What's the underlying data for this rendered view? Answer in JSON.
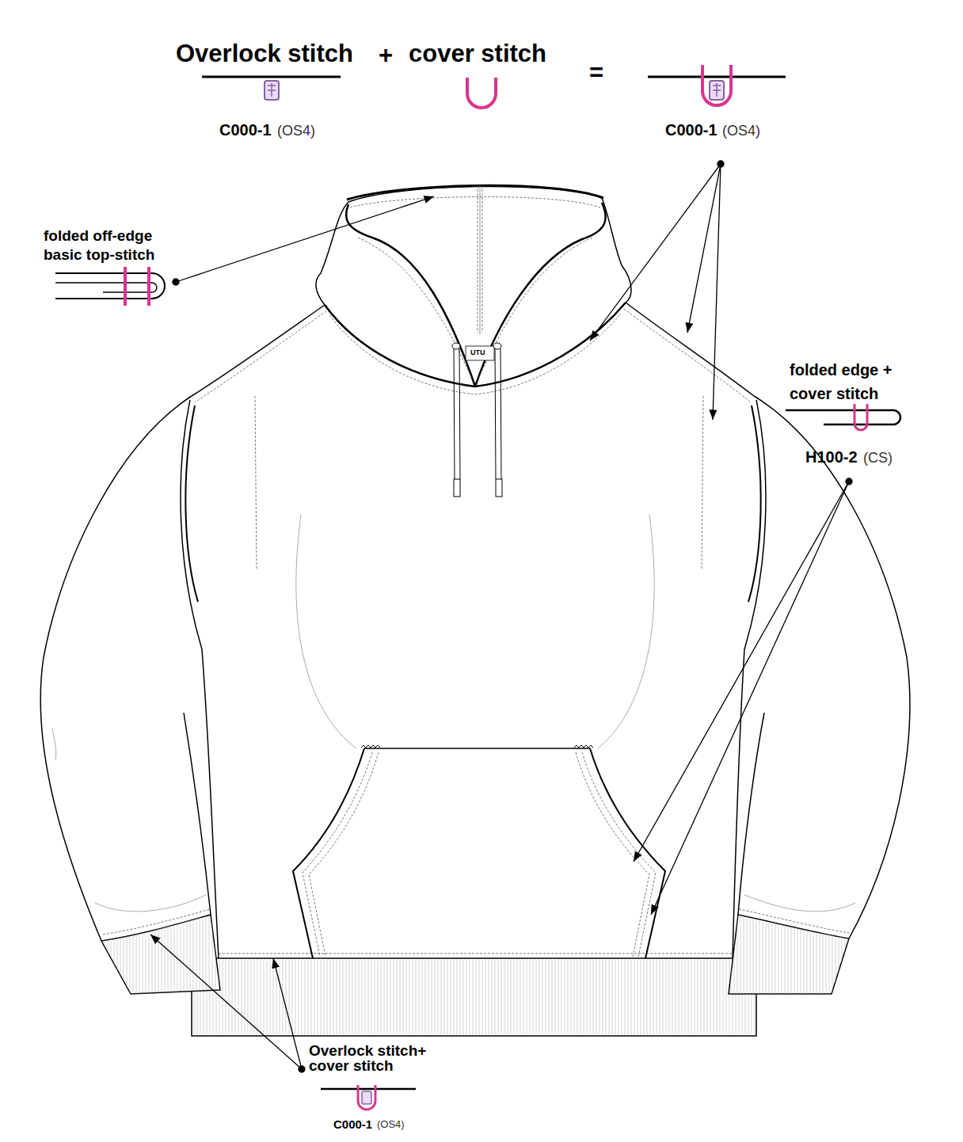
{
  "diagram": {
    "labels": [
      "Overlock stitch",
      "+",
      "cover stitch",
      "=",
      "C000-1",
      "(OS4)",
      "C000-1",
      "(OS4)",
      "folded off-edge basic top-stitch",
      "folded edge + cover stitch",
      "H100-2",
      "(CS)",
      "UTU",
      "Overlock stitch+ cover stitch",
      "C000-1",
      "(OS4)"
    ]
  }
}
